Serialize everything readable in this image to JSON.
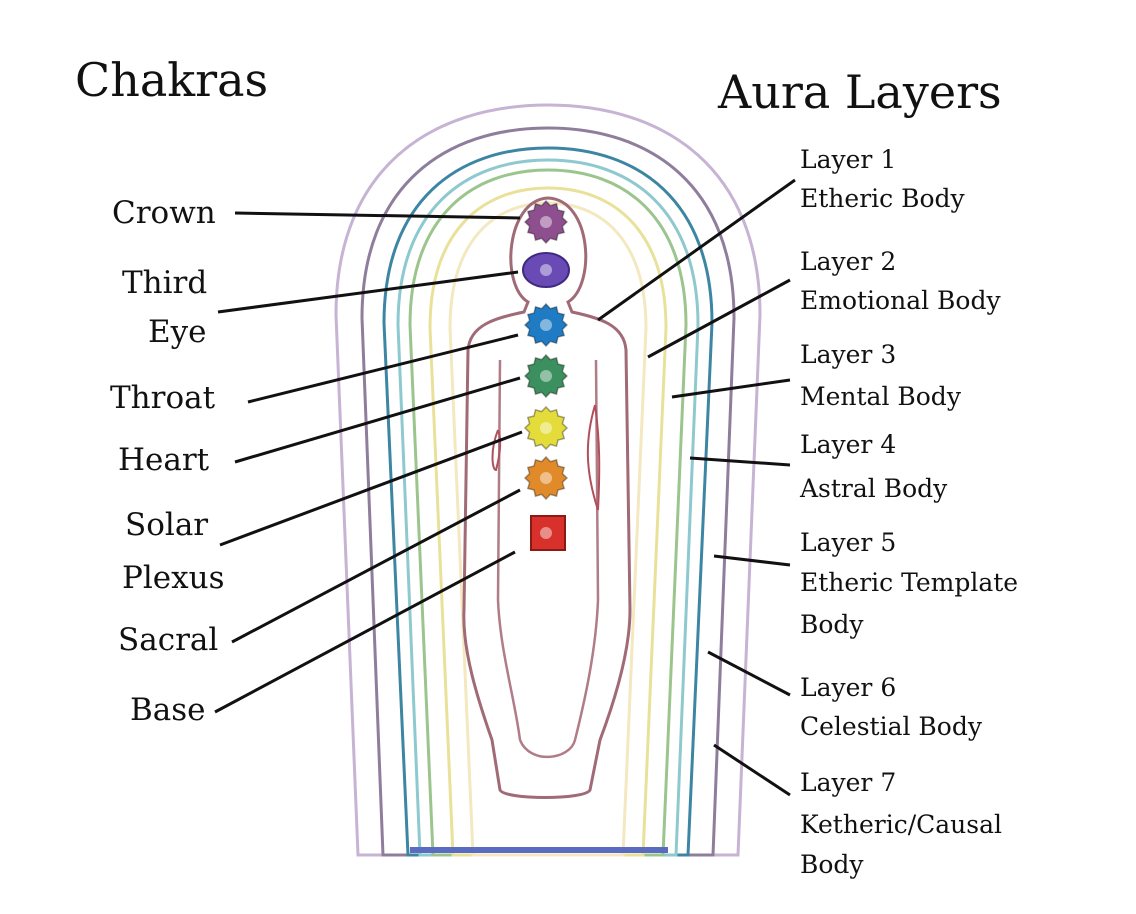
{
  "titles": {
    "left": "Chakras",
    "right": "Aura Layers"
  },
  "chakras": [
    {
      "name": "Crown",
      "lines": [
        "Crown"
      ],
      "color": "#8e4f8e"
    },
    {
      "name": "Third Eye",
      "lines": [
        "Third",
        "Eye"
      ],
      "color": "#6a4bb5"
    },
    {
      "name": "Throat",
      "lines": [
        "Throat"
      ],
      "color": "#1f7cc4"
    },
    {
      "name": "Heart",
      "lines": [
        "Heart"
      ],
      "color": "#3c8f5e"
    },
    {
      "name": "Solar Plexus",
      "lines": [
        "Solar",
        "Plexus"
      ],
      "color": "#e4dc3a"
    },
    {
      "name": "Sacral",
      "lines": [
        "Sacral"
      ],
      "color": "#e08a2a"
    },
    {
      "name": "Base",
      "lines": [
        "Base"
      ],
      "color": "#d8302a"
    }
  ],
  "layers": [
    {
      "title": "Layer 1",
      "lines": [
        "Etheric Body"
      ]
    },
    {
      "title": "Layer 2",
      "lines": [
        "Emotional Body"
      ]
    },
    {
      "title": "Layer 3",
      "lines": [
        "Mental Body"
      ]
    },
    {
      "title": "Layer 4",
      "lines": [
        "Astral Body"
      ]
    },
    {
      "title": "Layer 5",
      "lines": [
        "Etheric Template",
        "Body"
      ]
    },
    {
      "title": "Layer 6",
      "lines": [
        "Celestial Body"
      ]
    },
    {
      "title": "Layer 7",
      "lines": [
        "Ketheric/Causal",
        "Body"
      ]
    }
  ],
  "aura_colors": [
    "#c7b3d3",
    "#8f7d9c",
    "#3d86a3",
    "#8ec9cf",
    "#9cc58e",
    "#e9e19a",
    "#f3e8c0"
  ],
  "body_color": "#a06a76"
}
